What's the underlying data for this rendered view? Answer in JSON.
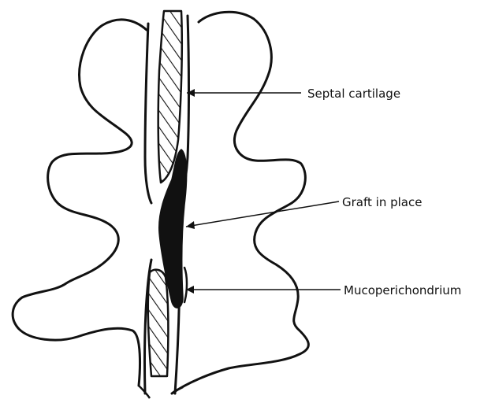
{
  "diagram": {
    "labels": {
      "septal_cartilage": "Septal cartilage",
      "graft": "Graft in place",
      "mucoperichondrium": "Mucoperichondrium"
    },
    "colors": {
      "ink": "#111111",
      "background": "#ffffff"
    }
  }
}
